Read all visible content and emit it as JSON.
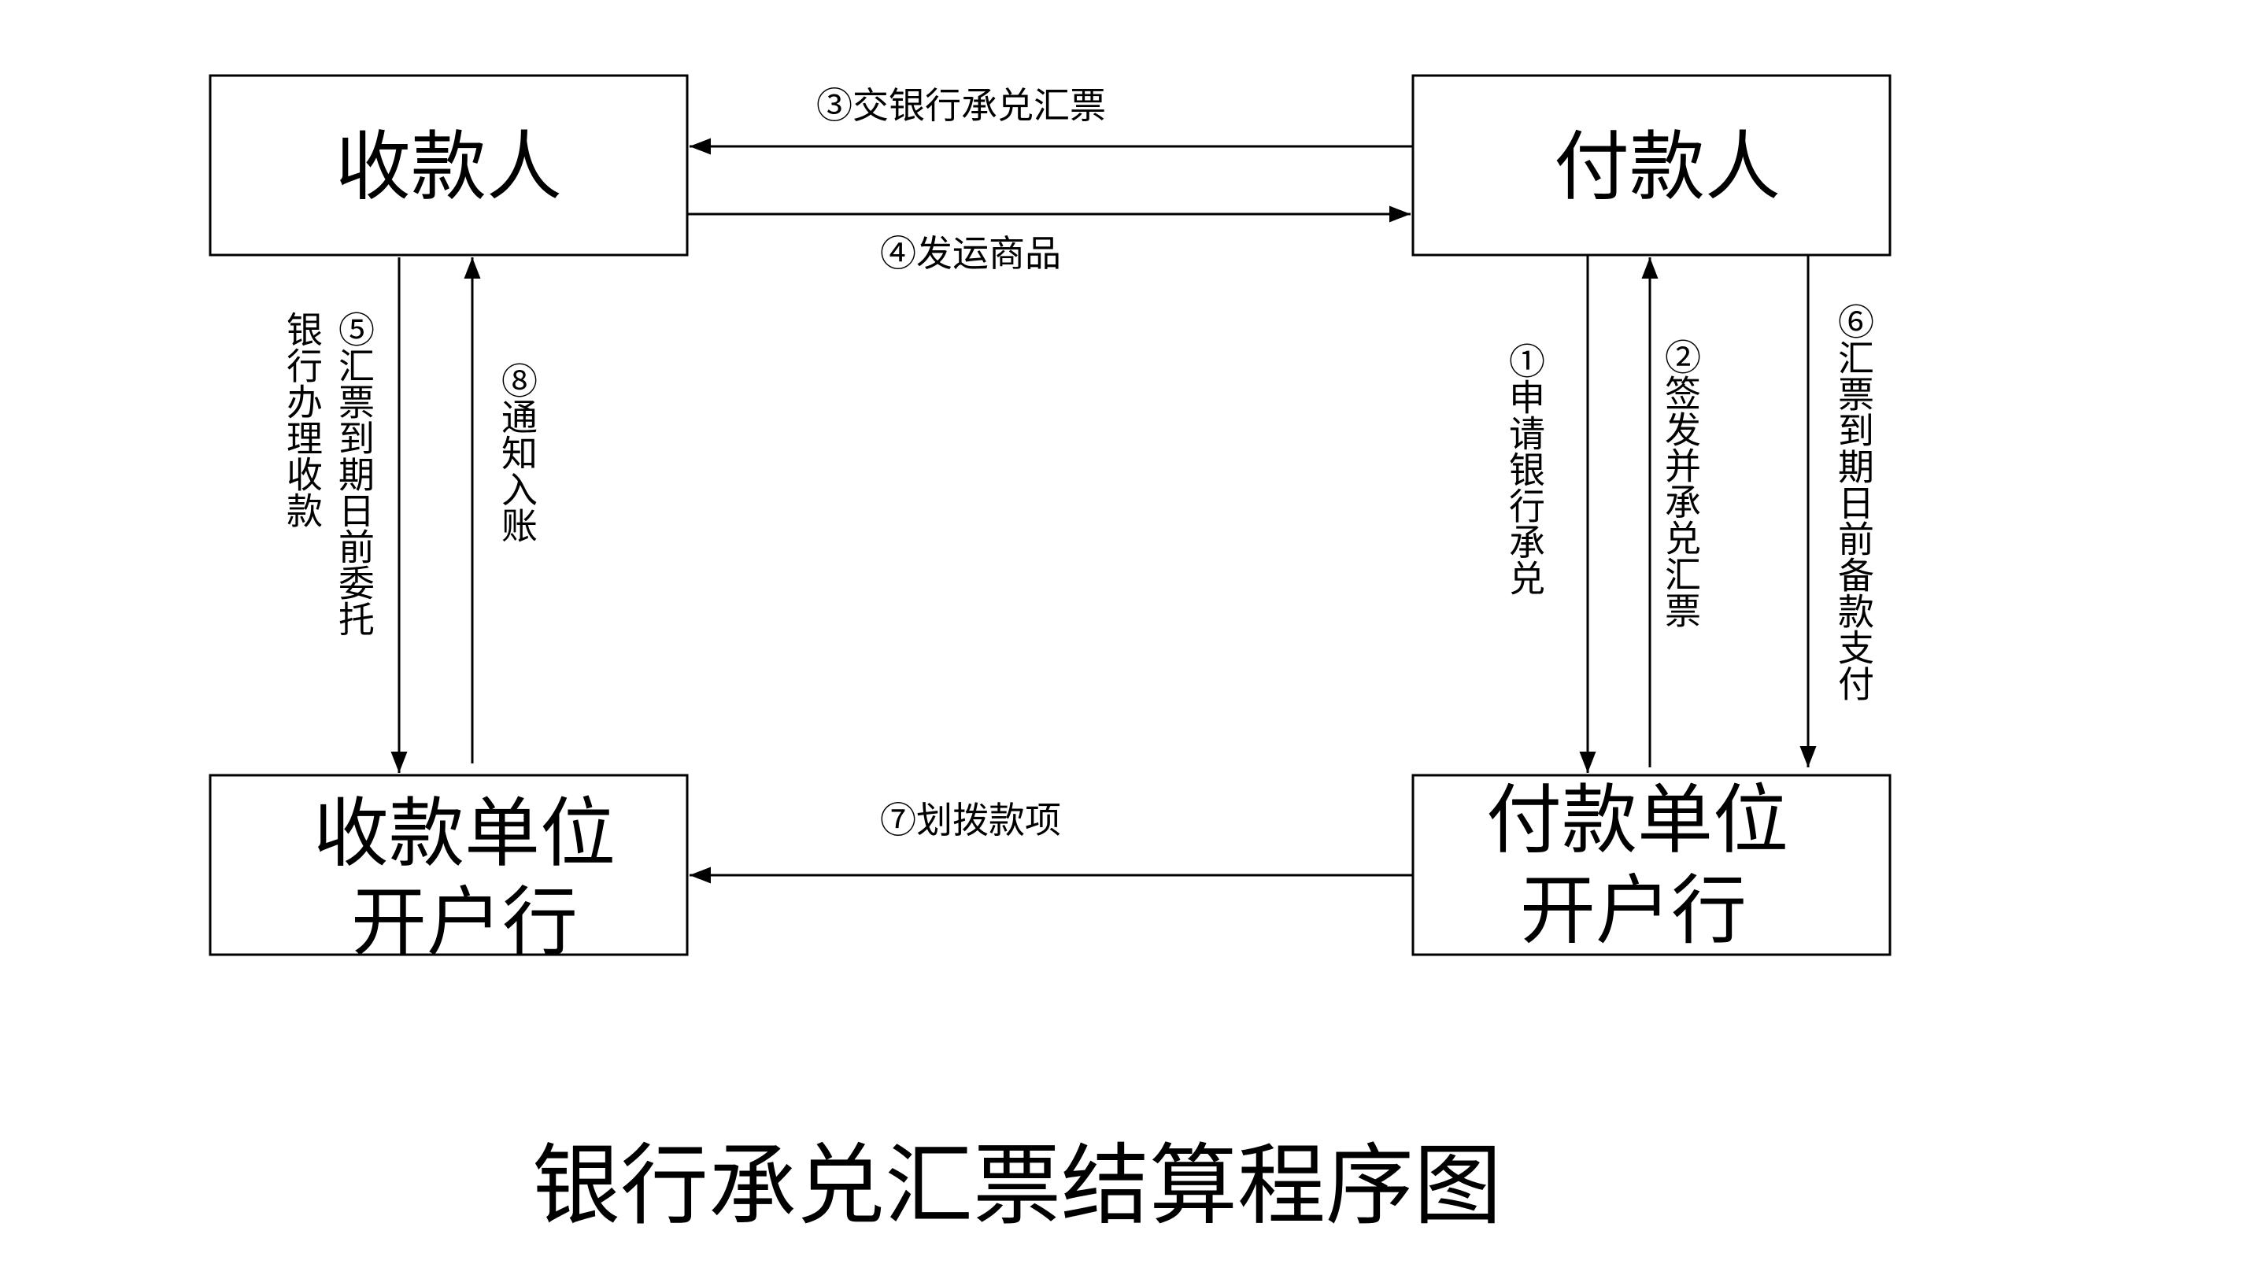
{
  "nodes": {
    "payee": "收款人",
    "payer": "付款人",
    "payee_bank_line1": "收款单位",
    "payee_bank_line2": "开户行",
    "payer_bank_line1": "付款单位",
    "payer_bank_line2": "开户行"
  },
  "edges": {
    "step1": "①申请银行承兑",
    "step2": "②签发并承兑汇票",
    "step3": "③交银行承兑汇票",
    "step4": "④发运商品",
    "step5_a": "⑤汇票到期日前委托",
    "step5_b": "银行办理收款",
    "step6": "⑥汇票到期日前备款支付",
    "step7": "⑦划拨款项",
    "step8": "⑧通知入账"
  },
  "title": "银行承兑汇票结算程序图"
}
